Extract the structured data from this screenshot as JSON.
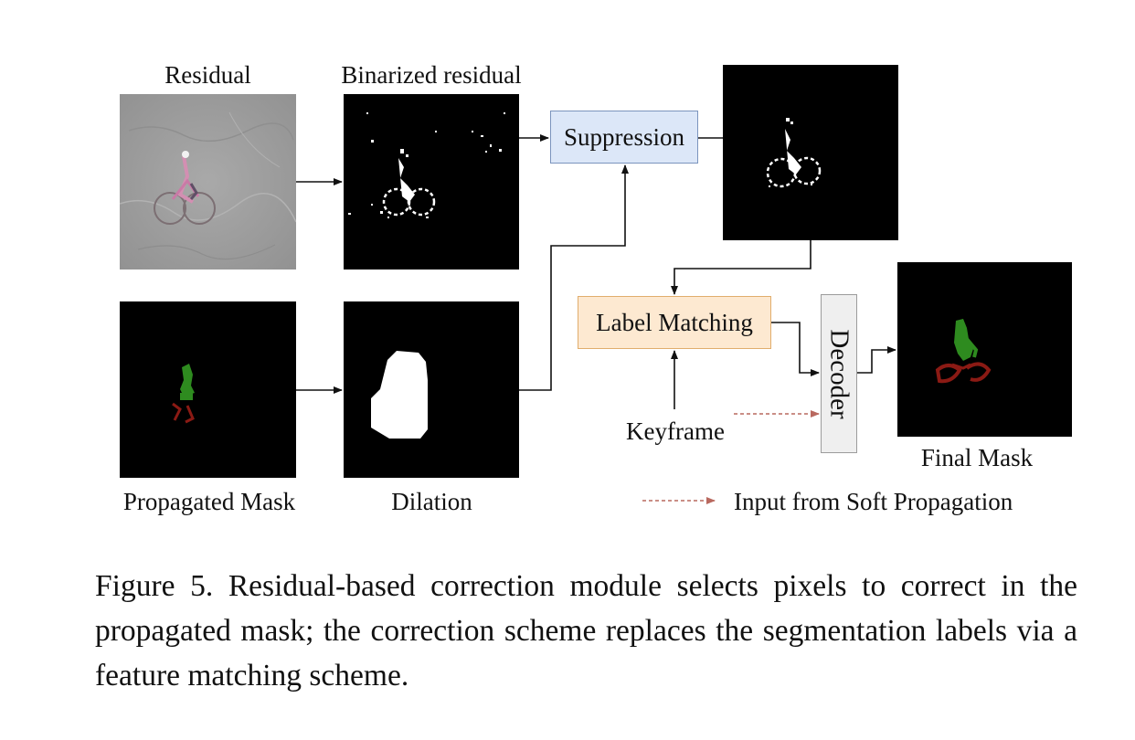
{
  "labels": {
    "residual": "Residual",
    "binarized_residual": "Binarized residual",
    "propagated_mask": "Propagated Mask",
    "dilation": "Dilation",
    "keyframe": "Keyframe",
    "final_mask": "Final Mask",
    "legend_soft_propagation": "Input from Soft Propagation"
  },
  "blocks": {
    "suppression": "Suppression",
    "label_matching": "Label Matching",
    "decoder": "Decoder"
  },
  "caption": "Figure 5. Residual-based correction module selects pixels to correct in the propagated mask; the correction scheme replaces the segmentation labels via a feature matching scheme.",
  "colors": {
    "suppression_fill": "#dce7f8",
    "label_matching_fill": "#fde9d1",
    "decoder_fill": "#efefef",
    "mask_green": "#2e8b1f",
    "mask_red": "#8b1a14",
    "dashed_arrow": "#b9695f"
  }
}
